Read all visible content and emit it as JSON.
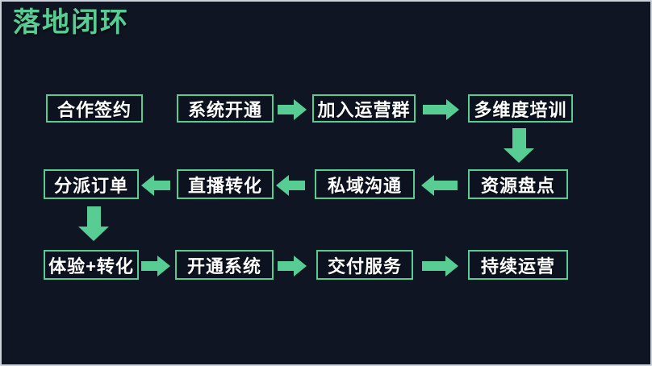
{
  "title": "落地闭环",
  "colors": {
    "background": "#0f1522",
    "accent_green": "#57cd94",
    "node_text": "#ffffff",
    "outer_border": "#ccd2da"
  },
  "flow": {
    "rows": [
      {
        "nodes": [
          "合作签约",
          "系统开通",
          "加入运营群",
          "多维度培训"
        ]
      },
      {
        "nodes": [
          "分派订单",
          "直播转化",
          "私域沟通",
          "资源盘点"
        ]
      },
      {
        "nodes": [
          "体验+转化",
          "开通系统",
          "交付服务",
          "持续运营"
        ]
      }
    ],
    "connections": [
      "系统开通 → 加入运营群",
      "加入运营群 → 多维度培训",
      "多维度培训 ↓ 资源盘点",
      "资源盘点 → 私域沟通",
      "私域沟通 → 直播转化",
      "直播转化 → 分派订单",
      "分派订单 ↓ 体验+转化",
      "体验+转化 → 开通系统",
      "开通系统 → 交付服务",
      "交付服务 → 持续运营"
    ]
  }
}
